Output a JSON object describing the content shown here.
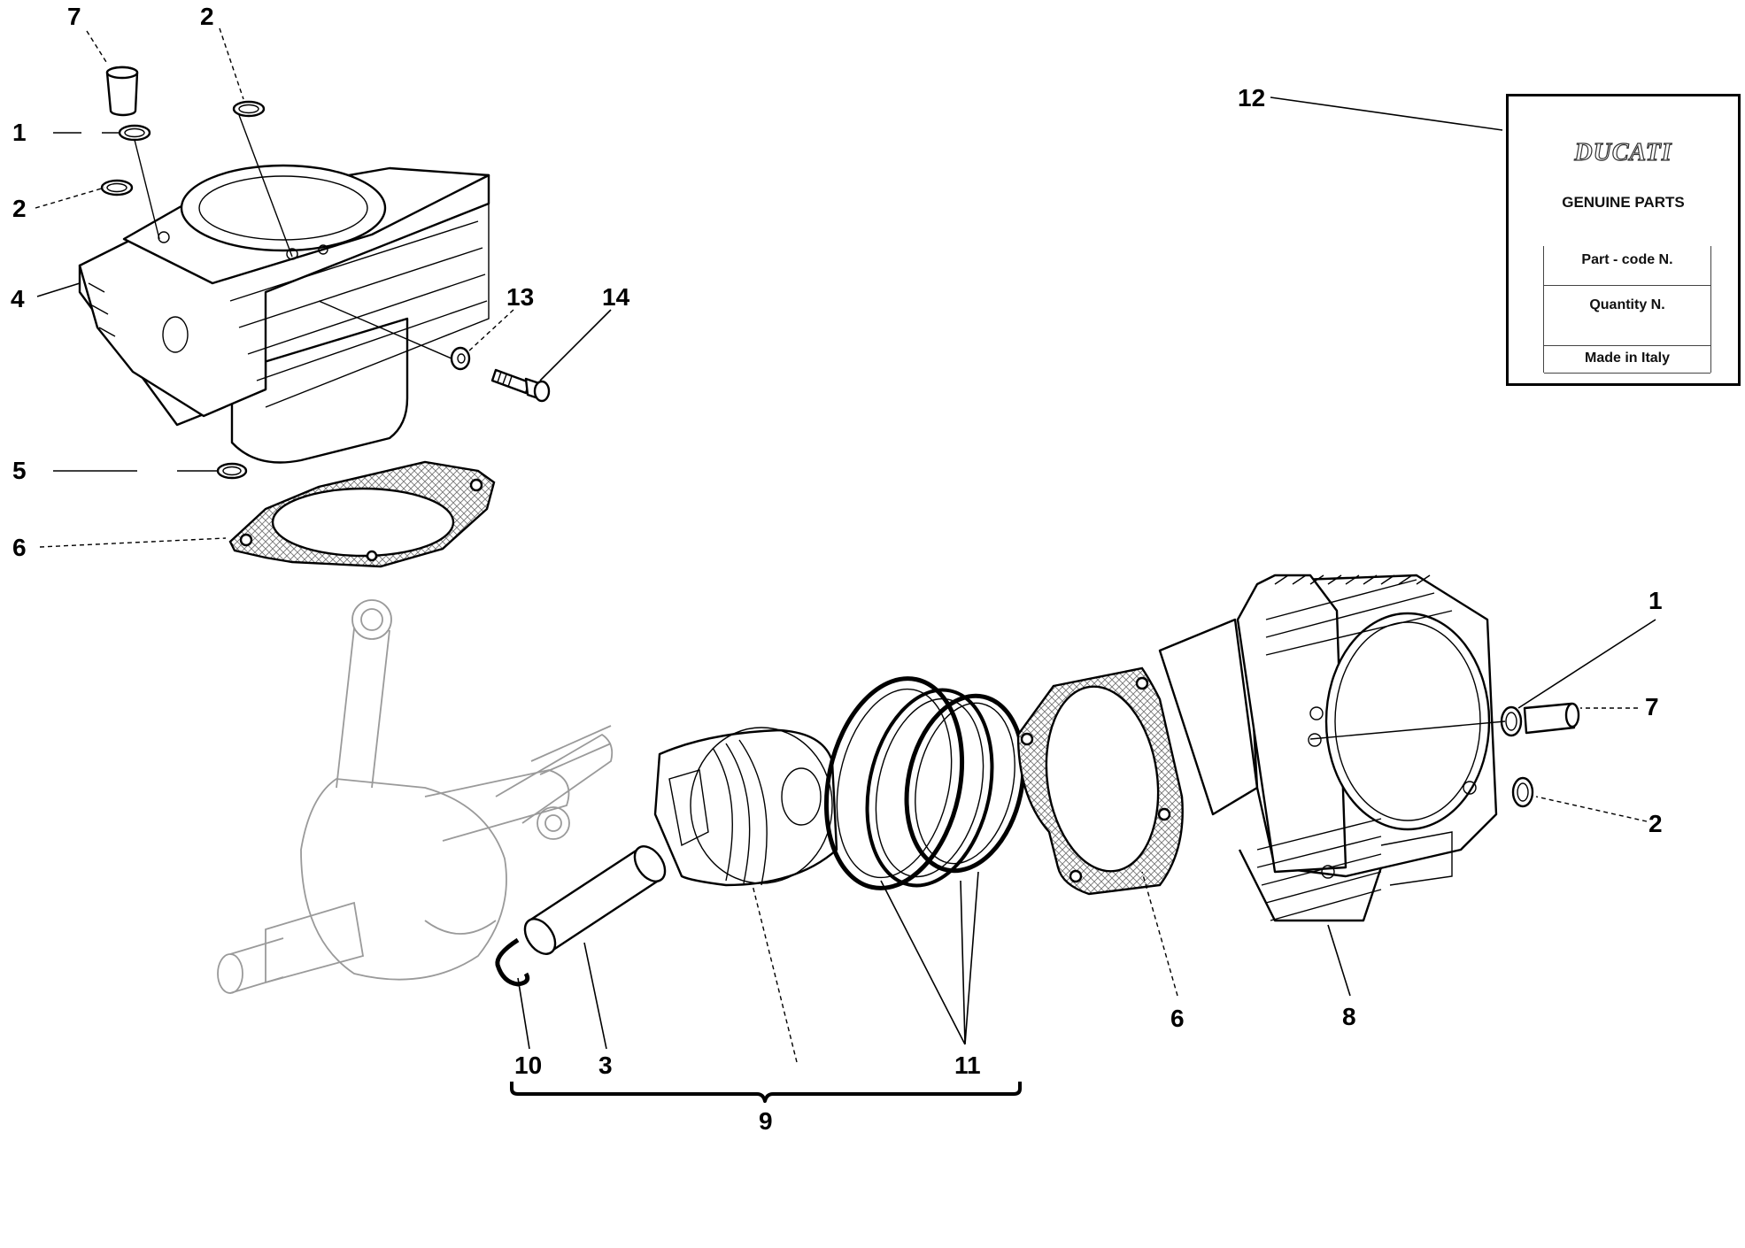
{
  "callouts": {
    "c7_top": "7",
    "c2_top": "2",
    "c1_left": "1",
    "c2_left": "2",
    "c4": "4",
    "c13": "13",
    "c14": "14",
    "c5": "5",
    "c6_left": "6",
    "c12": "12",
    "c1_right": "1",
    "c7_right": "7",
    "c2_right": "2",
    "c6_right": "6",
    "c8": "8",
    "c10": "10",
    "c3": "3",
    "c11": "11",
    "c9": "9"
  },
  "label": {
    "brand": "DUCATI",
    "title": "GENUINE PARTS",
    "field_part_code": "Part - code N.",
    "field_quantity": "Quantity N.",
    "field_origin": "Made in Italy"
  }
}
